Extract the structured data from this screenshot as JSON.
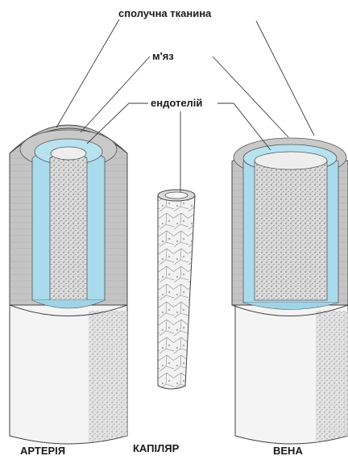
{
  "labels": {
    "connective_tissue": "сполучна тканина",
    "muscle": "м'яз",
    "endothelium": "ендотелій"
  },
  "vessels": {
    "artery": "АРТЕРІЯ",
    "capillary": "КАПІЛЯР",
    "vein": "ВЕНА"
  },
  "colors": {
    "outer_layer": "#bdbdbd",
    "muscle_layer": "#9fd3e6",
    "endothelium": "#e9e9e9",
    "line": "#3a3a3a"
  }
}
